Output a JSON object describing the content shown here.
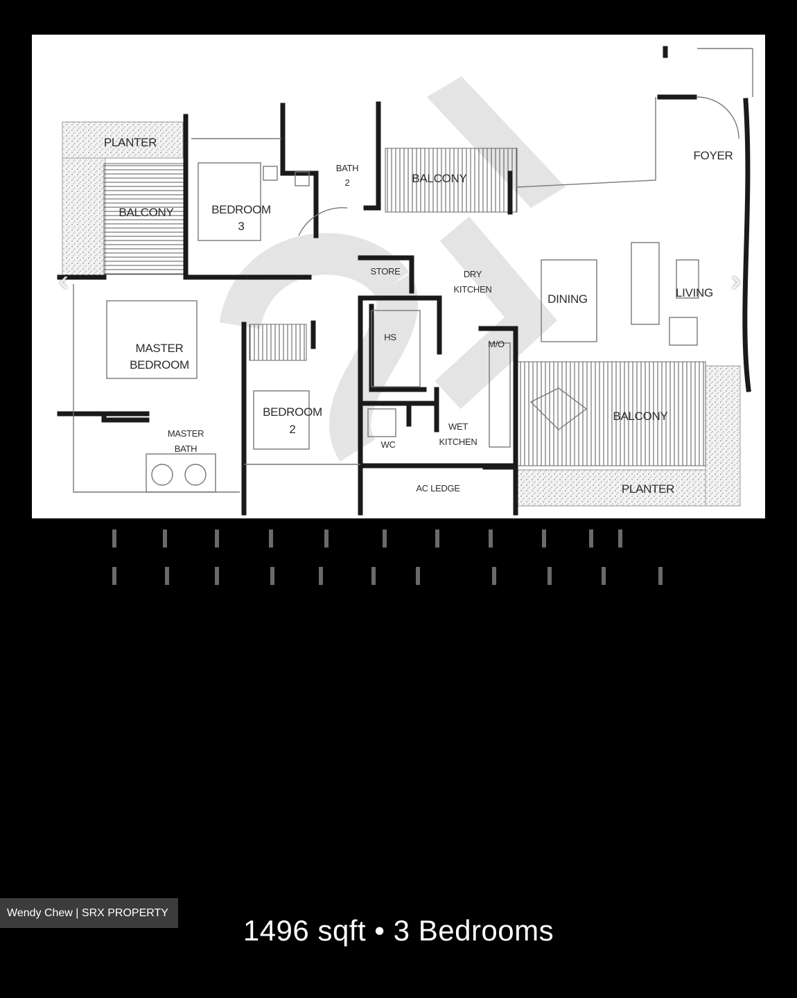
{
  "floor_plan": {
    "rooms": {
      "planter_top_left": "PLANTER",
      "balcony_left": "BALCONY",
      "bedroom_3_line1": "BEDROOM",
      "bedroom_3_line2": "3",
      "bath_2_line1": "BATH",
      "bath_2_line2": "2",
      "balcony_top": "BALCONY",
      "foyer": "FOYER",
      "store": "STORE",
      "dry_kitchen_line1": "DRY",
      "dry_kitchen_line2": "KITCHEN",
      "dining": "DINING",
      "living": "LIVING",
      "master_bedroom_line1": "MASTER",
      "master_bedroom_line2": "BEDROOM",
      "hs": "HS",
      "mo": "M/O",
      "bedroom_2_line1": "BEDROOM",
      "bedroom_2_line2": "2",
      "master_bath_line1": "MASTER",
      "master_bath_line2": "BATH",
      "wc": "WC",
      "wet_kitchen_line1": "WET",
      "wet_kitchen_line2": "KITCHEN",
      "balcony_bottom": "BALCONY",
      "ac_ledge": "AC LEDGE",
      "planter_bottom": "PLANTER"
    }
  },
  "navigation": {
    "prev_icon": "chevron-left-icon",
    "next_icon": "chevron-right-icon"
  },
  "credit": "Wendy Chew | SRX PROPERTY",
  "caption": "1496 sqft • 3 Bedrooms",
  "colors": {
    "background": "#000000",
    "plan_background": "#ffffff",
    "wall": "#1a1a1a",
    "watermark": "#d9d9d9",
    "badge": "#464646"
  }
}
